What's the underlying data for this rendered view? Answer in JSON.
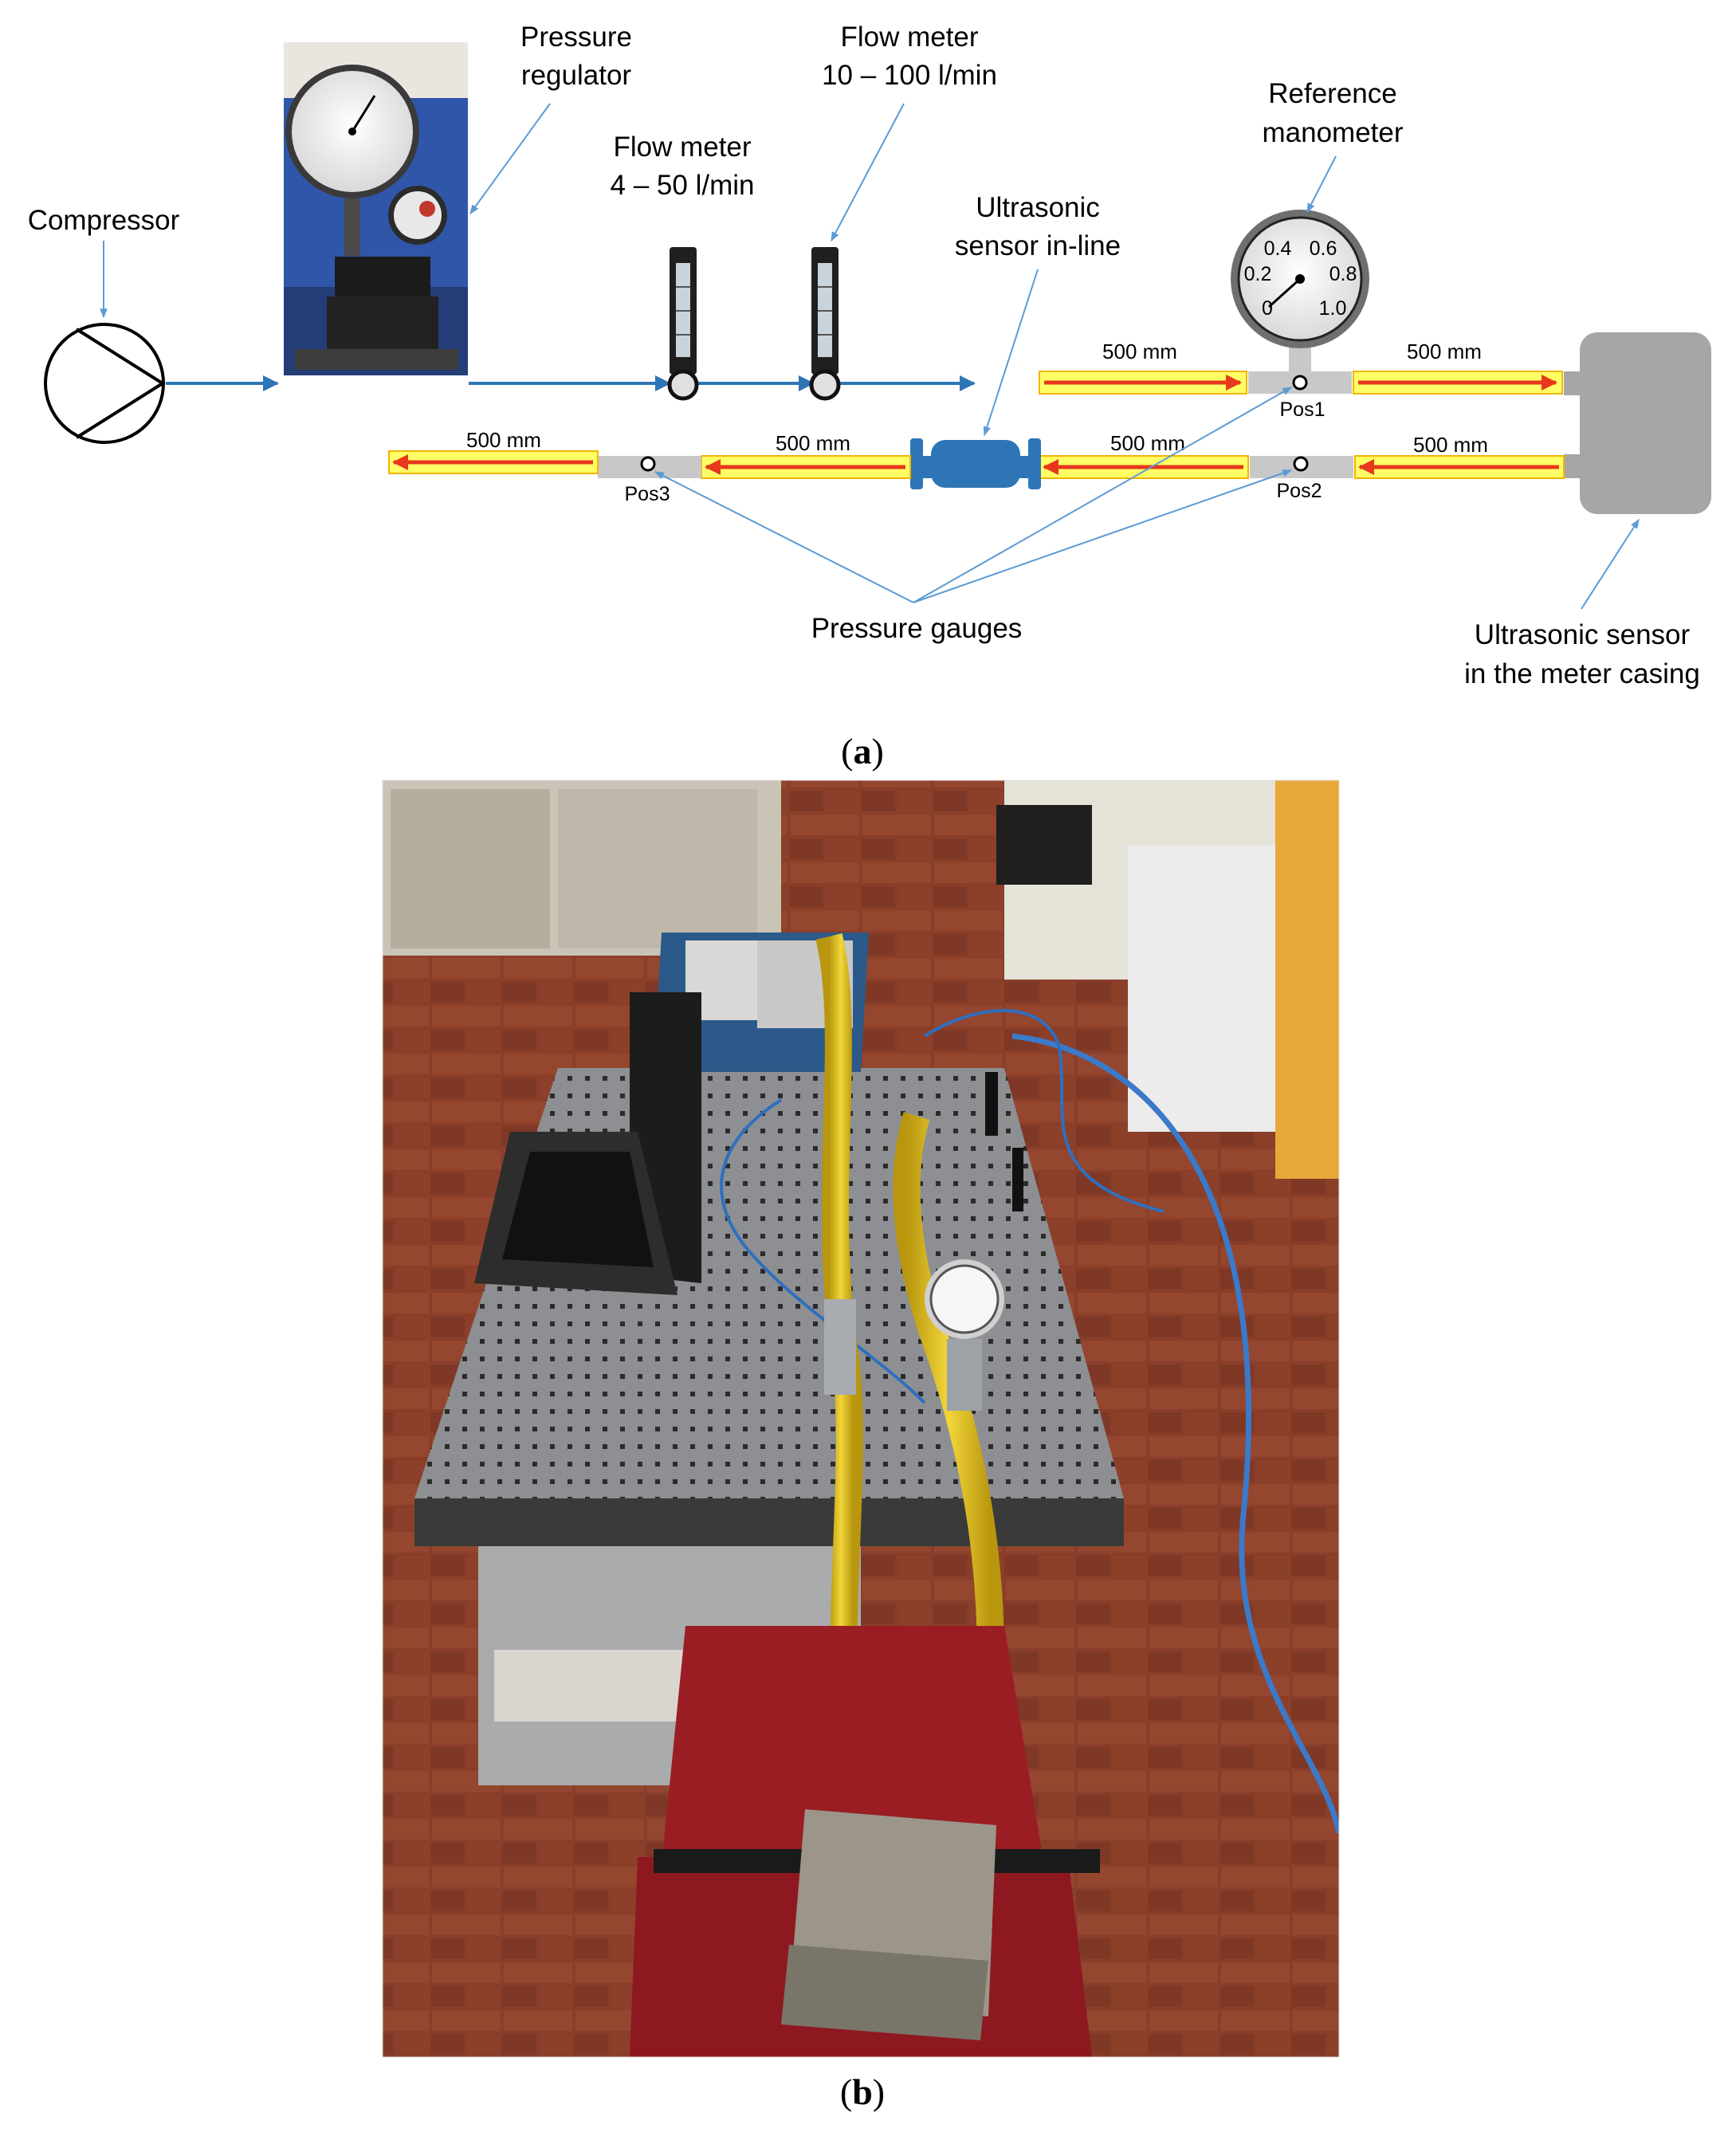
{
  "diagram": {
    "labels": {
      "compressor": "Compressor",
      "pressure_regulator": [
        "Pressure",
        "regulator"
      ],
      "flow_meter_small": [
        "Flow meter",
        "4 – 50 l/min"
      ],
      "flow_meter_large": [
        "Flow meter",
        "10 – 100 l/min"
      ],
      "ultrasonic_inline": [
        "Ultrasonic",
        "sensor in-line"
      ],
      "reference_manometer": [
        "Reference",
        "manometer"
      ],
      "pressure_gauges": "Pressure gauges",
      "ultrasonic_casing": [
        "Ultrasonic sensor",
        "in the meter casing"
      ]
    },
    "pipe_length": "500 mm",
    "positions": [
      "Pos1",
      "Pos2",
      "Pos3"
    ],
    "manometer_scale": [
      "0",
      "0.2",
      "0.4",
      "0.6",
      "0.8",
      "1.0"
    ],
    "colors": {
      "pipe_line": "#2e75b6",
      "pipe_arrow": "#e8381c",
      "pipe_highlight": "#ffff66",
      "connector": "#c8c8c8",
      "meter_casing": "#a6a6a6",
      "inline_sensor": "#2e75b6",
      "callout": "#5b9bd5"
    }
  },
  "captions": {
    "a": "a",
    "b": "b"
  },
  "photo": {
    "colors": {
      "floor": "#8a3e2a",
      "table": "#8d8f92",
      "hose": "#e2c21a",
      "chair": "#9a1d24",
      "casing": "#9c968a"
    }
  }
}
